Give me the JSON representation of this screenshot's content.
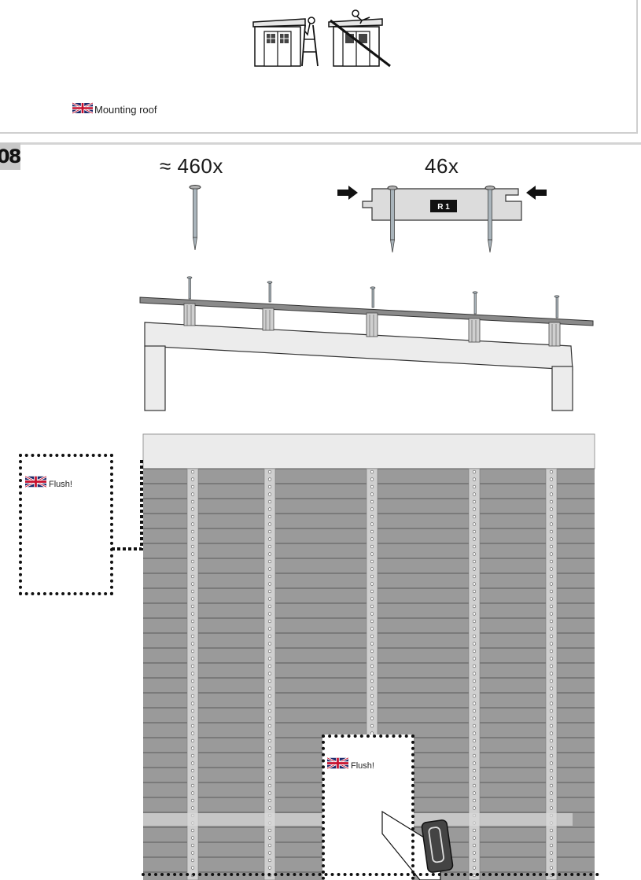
{
  "header": {
    "language_label": "Mounting roof"
  },
  "step": {
    "number": "08",
    "nail_count": "≈ 460x",
    "board_count": "46x",
    "board_tag": "R 1"
  },
  "notes": {
    "left_note": "Flush!",
    "center_note": "Flush!"
  },
  "icons": [
    "uk-flag-icon",
    "arrow-right-icon",
    "arrow-left-icon",
    "nail-icon",
    "saw-icon",
    "shed-ladder-icon",
    "shed-roof-crossed-icon"
  ],
  "colors": {
    "roof_boards": "#9a9a9a",
    "board_lines": "#5a5a5a",
    "batten": "#cfcfcf",
    "frame": "#ececec",
    "step_badge": "#c8c8c8"
  }
}
